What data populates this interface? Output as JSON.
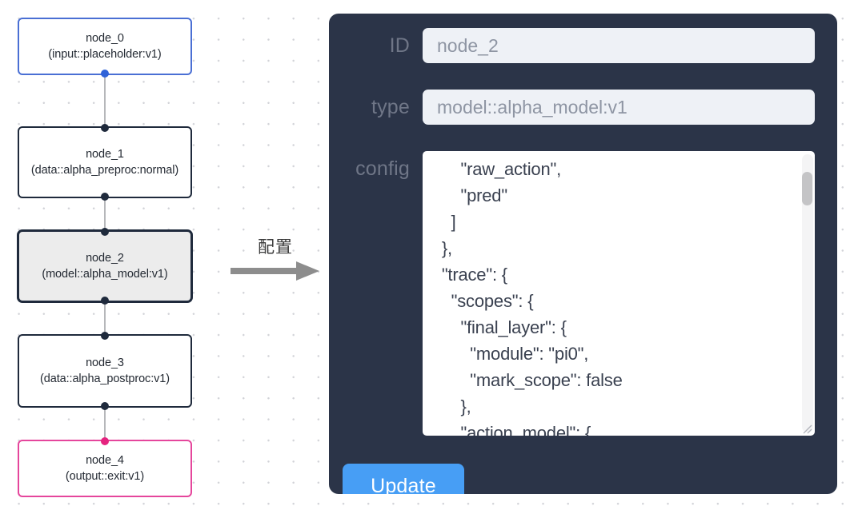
{
  "canvas": {
    "nodes": [
      {
        "id": "node_0",
        "type_label": "(input::placeholder:v1)",
        "variant": "input",
        "handle_color": "#2f63d8"
      },
      {
        "id": "node_1",
        "type_label": "(data::alpha_preproc:normal)",
        "variant": "default",
        "handle_color": "#1f2a3c"
      },
      {
        "id": "node_2",
        "type_label": "(model::alpha_model:v1)",
        "variant": "selected",
        "handle_color": "#1f2a3c"
      },
      {
        "id": "node_3",
        "type_label": "(data::alpha_postproc:v1)",
        "variant": "default",
        "handle_color": "#1f2a3c"
      },
      {
        "id": "node_4",
        "type_label": "(output::exit:v1)",
        "variant": "output",
        "handle_color": "#e5237f"
      }
    ],
    "colors": {
      "input_border": "#4a6fd4",
      "output_border": "#e5469c",
      "default_border": "#1f2a3c",
      "selected_fill": "#ececec",
      "edge": "#b6b7ba",
      "dot_grid": "#d2d3d8"
    }
  },
  "annotation": {
    "label": "配置",
    "arrow_color": "#8d8d8d"
  },
  "panel": {
    "background": "#2b3448",
    "fields": {
      "id": {
        "label": "ID",
        "value": "node_2"
      },
      "type": {
        "label": "type",
        "value": "model::alpha_model:v1"
      },
      "config": {
        "label": "config",
        "value": "      \"raw_action\",\n      \"pred\"\n    ]\n  },\n  \"trace\": {\n    \"scopes\": {\n      \"final_layer\": {\n        \"module\": \"pi0\",\n        \"mark_scope\": false\n      },\n      \"action_model\": {"
      }
    },
    "update_button": {
      "label": "Update",
      "color": "#479ef5"
    }
  }
}
